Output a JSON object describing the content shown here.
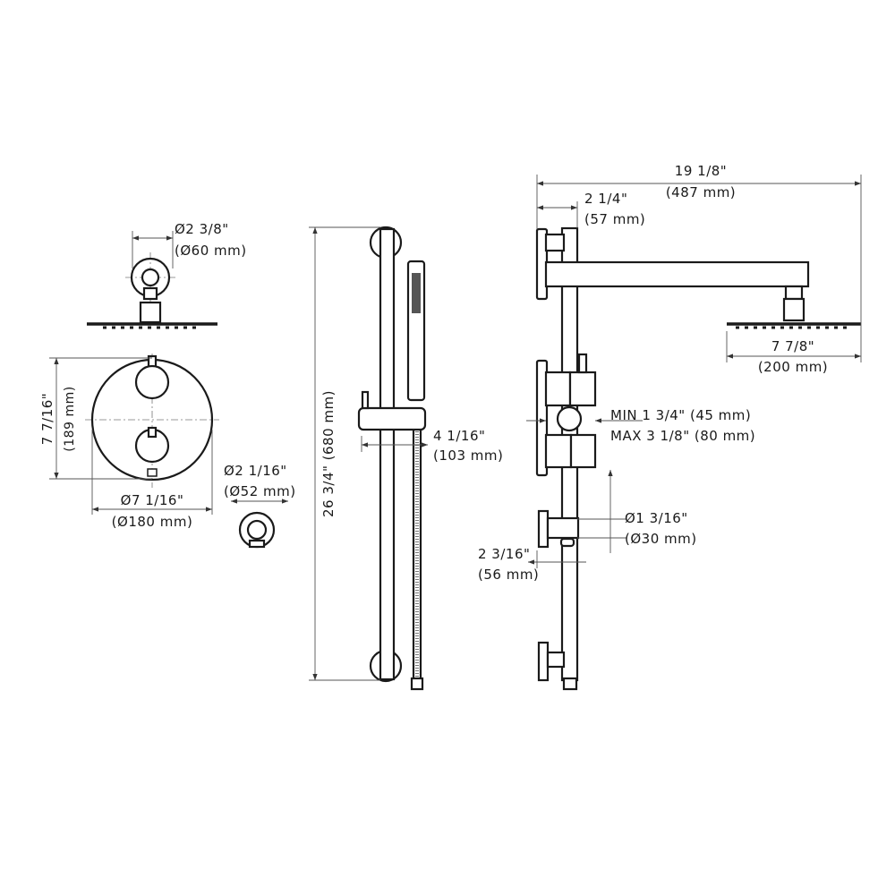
{
  "dimensions": {
    "head_neck_in": "Ø2 3/8\"",
    "head_neck_mm": "(Ø60 mm)",
    "valve_height_in": "7 7/16\"",
    "valve_height_mm": "(189 mm)",
    "valve_dia_in": "Ø7 1/16\"",
    "valve_dia_mm": "(Ø180 mm)",
    "outlet_dia_in": "Ø2 1/16\"",
    "outlet_dia_mm": "(Ø52 mm)",
    "bar_length": "26 3/4\" (680 mm)",
    "holder_depth_in": "4 1/16\"",
    "holder_depth_mm": "(103 mm)",
    "arm_length_in": "19 1/8\"",
    "arm_length_mm": "(487 mm)",
    "arm_offset_in": "2 1/4\"",
    "arm_offset_mm": "(57 mm)",
    "head_dia_in": "7 7/8\"",
    "head_dia_mm": "(200 mm)",
    "depth_min": "MIN 1 3/4\" (45 mm)",
    "depth_max": "MAX 3 1/8\" (80 mm)",
    "bracket_dia_in": "Ø1 3/16\"",
    "bracket_dia_mm": "(Ø30 mm)",
    "bracket_depth_in": "2 3/16\"",
    "bracket_depth_mm": "(56 mm)"
  }
}
